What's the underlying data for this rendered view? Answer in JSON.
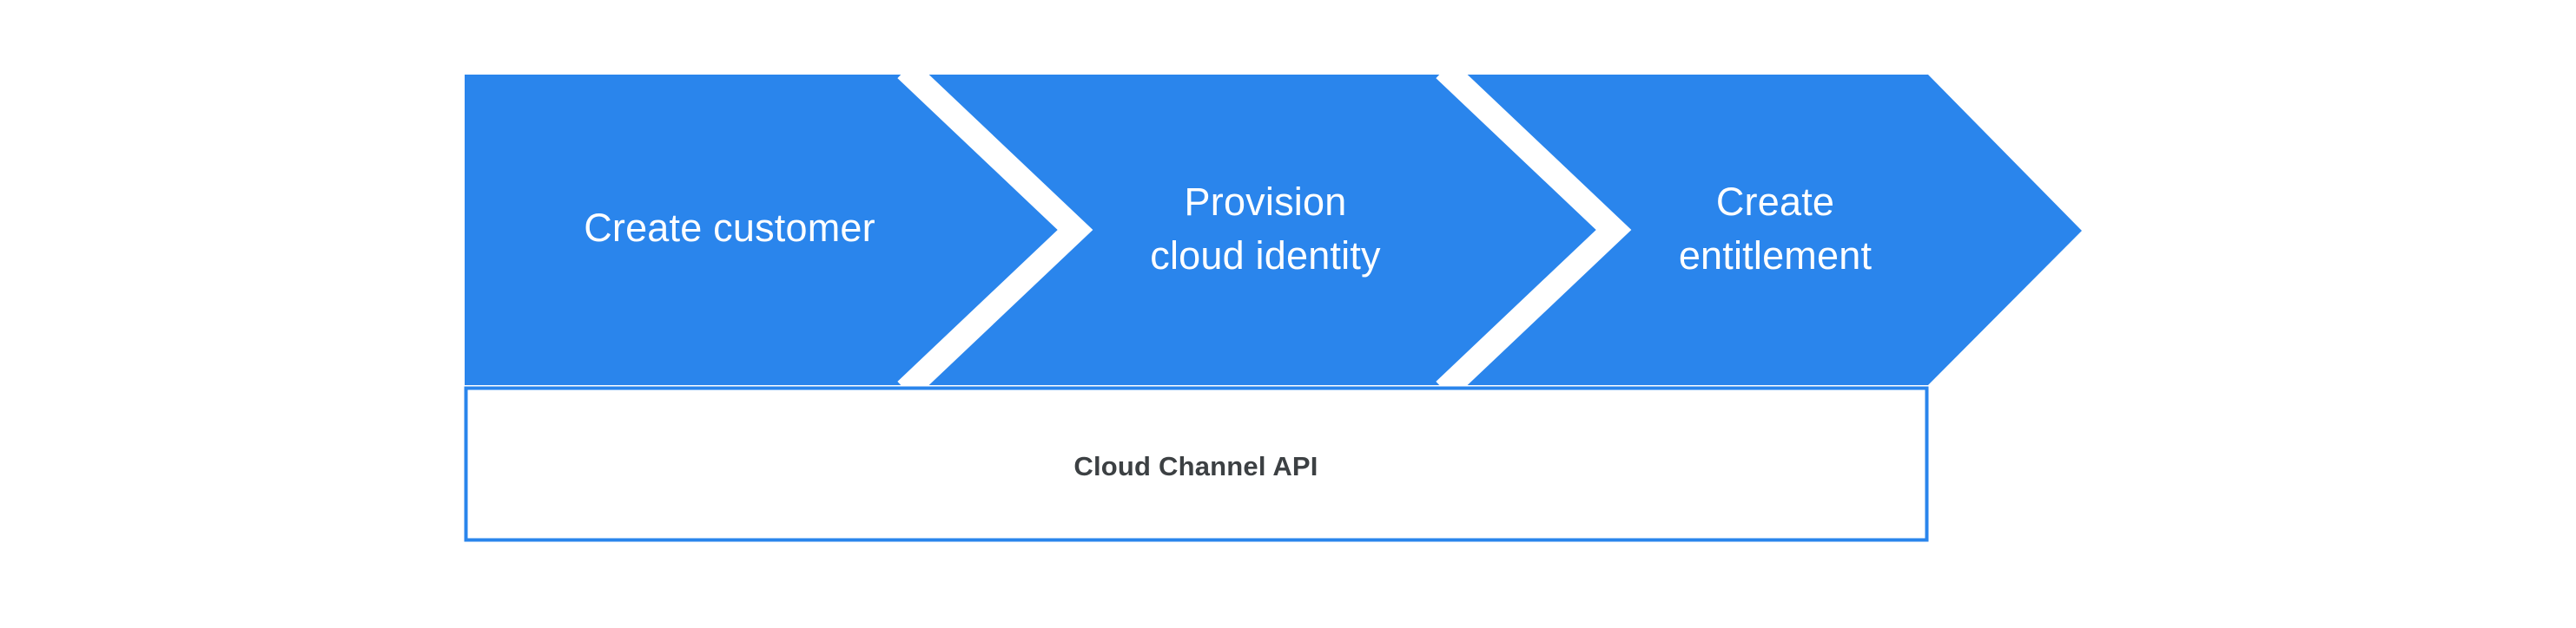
{
  "diagram": {
    "type": "process-flow-chevron",
    "background_color": "#ffffff",
    "accent_color": "#2a85ec",
    "separator_color": "#ffffff",
    "label_text_color": "#ffffff",
    "footer_text_color": "#3c4043",
    "footer_border_color": "#2a85ec",
    "steps": [
      {
        "index": 1,
        "name": "create-customer",
        "lines": [
          "Create customer"
        ],
        "line1": "Create customer",
        "line2": ""
      },
      {
        "index": 2,
        "name": "provision-cloud-identity",
        "lines": [
          "Provision",
          "cloud identity"
        ],
        "line1": "Provision",
        "line2": "cloud identity"
      },
      {
        "index": 3,
        "name": "create-entitlement",
        "lines": [
          "Create",
          "entitlement"
        ],
        "line1": "Create",
        "line2": "entitlement"
      }
    ],
    "footer": {
      "label": "Cloud Channel API"
    }
  }
}
